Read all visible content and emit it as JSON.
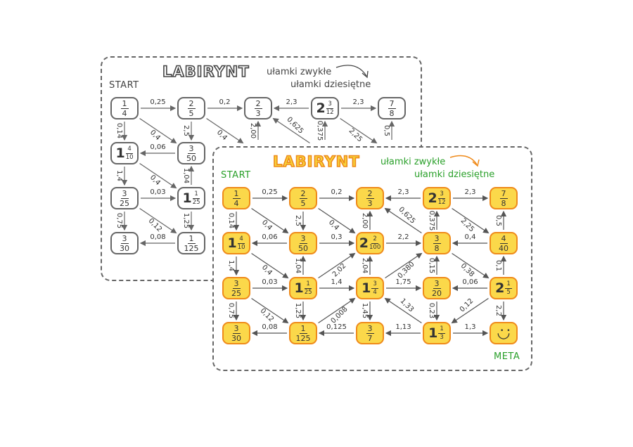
{
  "back": {
    "title": "LABIRYNT",
    "subtitle_line1": "ułamki zwykłe",
    "subtitle_line2": "ułamki dziesiętne",
    "start": "START",
    "boxes": [
      {
        "id": "b00",
        "row": 0,
        "col": 0,
        "num": "1",
        "den": "4"
      },
      {
        "id": "b01",
        "row": 0,
        "col": 1,
        "num": "2",
        "den": "5"
      },
      {
        "id": "b02",
        "row": 0,
        "col": 2,
        "num": "2",
        "den": "3"
      },
      {
        "id": "b03",
        "row": 0,
        "col": 3,
        "whole": "2",
        "num": "3",
        "den": "12"
      },
      {
        "id": "b04",
        "row": 0,
        "col": 4,
        "num": "7",
        "den": "8"
      },
      {
        "id": "b10",
        "row": 1,
        "col": 0,
        "whole": "1",
        "num": "4",
        "den": "10"
      },
      {
        "id": "b11",
        "row": 1,
        "col": 1,
        "num": "3",
        "den": "50"
      },
      {
        "id": "b20",
        "row": 2,
        "col": 0,
        "num": "3",
        "den": "25"
      },
      {
        "id": "b21",
        "row": 2,
        "col": 1,
        "whole": "1",
        "num": "1",
        "den": "25"
      },
      {
        "id": "b30",
        "row": 3,
        "col": 0,
        "num": "3",
        "den": "30"
      },
      {
        "id": "b31",
        "row": 3,
        "col": 1,
        "num": "1",
        "den": "125"
      }
    ],
    "arrows": [
      {
        "from": "b00",
        "to": "b01",
        "label": "0,25"
      },
      {
        "from": "b01",
        "to": "b02",
        "label": "0,2"
      },
      {
        "from": "b03",
        "to": "b02",
        "label": "2,3"
      },
      {
        "from": "b03",
        "to": "b04",
        "label": "2,3"
      },
      {
        "from": "b00",
        "to": "b10",
        "label": "0,14"
      },
      {
        "from": "b01",
        "to": "b11",
        "label": "2,5"
      },
      {
        "from": "b00",
        "to": "b11",
        "label": "0,4"
      },
      {
        "from": "b01",
        "to": "b12",
        "label": "0,4"
      },
      {
        "from": "b12",
        "to": "b02",
        "label": "2,00"
      },
      {
        "from": "b13",
        "to": "b02",
        "label": "0,625"
      },
      {
        "from": "b13",
        "to": "b03",
        "label": "0,375"
      },
      {
        "from": "b03",
        "to": "b14",
        "label": "2,25"
      },
      {
        "from": "b14",
        "to": "b04",
        "label": "0,5"
      },
      {
        "from": "b11",
        "to": "b10",
        "label": "0,06"
      },
      {
        "from": "b10",
        "to": "b20",
        "label": "1,4"
      },
      {
        "from": "b10",
        "to": "b21",
        "label": "0,4"
      },
      {
        "from": "b21",
        "to": "b11",
        "label": "1,04"
      },
      {
        "from": "b20",
        "to": "b21",
        "label": "0,03"
      },
      {
        "from": "b20",
        "to": "b30",
        "label": "0,75"
      },
      {
        "from": "b20",
        "to": "b31",
        "label": "0,12"
      },
      {
        "from": "b21",
        "to": "b31",
        "label": "1,25"
      },
      {
        "from": "b31",
        "to": "b30",
        "label": "0,08"
      }
    ]
  },
  "front": {
    "title": "LABIRYNT",
    "subtitle_line1": "ułamki zwykłe",
    "subtitle_line2": "ułamki dziesiętne",
    "start": "START",
    "meta": "META",
    "boxes": [
      {
        "id": "f00",
        "row": 0,
        "col": 0,
        "num": "1",
        "den": "4"
      },
      {
        "id": "f01",
        "row": 0,
        "col": 1,
        "num": "2",
        "den": "5"
      },
      {
        "id": "f02",
        "row": 0,
        "col": 2,
        "num": "2",
        "den": "3"
      },
      {
        "id": "f03",
        "row": 0,
        "col": 3,
        "whole": "2",
        "num": "3",
        "den": "12"
      },
      {
        "id": "f04",
        "row": 0,
        "col": 4,
        "num": "7",
        "den": "8"
      },
      {
        "id": "f10",
        "row": 1,
        "col": 0,
        "whole": "1",
        "num": "4",
        "den": "10"
      },
      {
        "id": "f11",
        "row": 1,
        "col": 1,
        "num": "3",
        "den": "50"
      },
      {
        "id": "f12",
        "row": 1,
        "col": 2,
        "whole": "2",
        "num": "2",
        "den": "100"
      },
      {
        "id": "f13",
        "row": 1,
        "col": 3,
        "num": "3",
        "den": "8"
      },
      {
        "id": "f14",
        "row": 1,
        "col": 4,
        "num": "4",
        "den": "40"
      },
      {
        "id": "f20",
        "row": 2,
        "col": 0,
        "num": "3",
        "den": "25"
      },
      {
        "id": "f21",
        "row": 2,
        "col": 1,
        "whole": "1",
        "num": "1",
        "den": "25"
      },
      {
        "id": "f22",
        "row": 2,
        "col": 2,
        "whole": "1",
        "num": "3",
        "den": "4"
      },
      {
        "id": "f23",
        "row": 2,
        "col": 3,
        "num": "3",
        "den": "20"
      },
      {
        "id": "f24",
        "row": 2,
        "col": 4,
        "whole": "2",
        "num": "1",
        "den": "5"
      },
      {
        "id": "f30",
        "row": 3,
        "col": 0,
        "num": "3",
        "den": "30"
      },
      {
        "id": "f31",
        "row": 3,
        "col": 1,
        "num": "1",
        "den": "125"
      },
      {
        "id": "f32",
        "row": 3,
        "col": 2,
        "num": "3",
        "den": "7"
      },
      {
        "id": "f33",
        "row": 3,
        "col": 3,
        "whole": "1",
        "num": "1",
        "den": "3"
      },
      {
        "id": "f34",
        "row": 3,
        "col": 4,
        "smile": "◡̈"
      }
    ],
    "arrows": [
      {
        "from": "f00",
        "to": "f01",
        "label": "0,25"
      },
      {
        "from": "f01",
        "to": "f02",
        "label": "0,2"
      },
      {
        "from": "f03",
        "to": "f02",
        "label": "2,3"
      },
      {
        "from": "f03",
        "to": "f04",
        "label": "2,3"
      },
      {
        "from": "f00",
        "to": "f10",
        "label": "0,14"
      },
      {
        "from": "f00",
        "to": "f11",
        "label": "0,4"
      },
      {
        "from": "f01",
        "to": "f11",
        "label": "2,5"
      },
      {
        "from": "f01",
        "to": "f12",
        "label": "0,4"
      },
      {
        "from": "f12",
        "to": "f02",
        "label": "2,00"
      },
      {
        "from": "f13",
        "to": "f02",
        "label": "0,625"
      },
      {
        "from": "f13",
        "to": "f03",
        "label": "0,375"
      },
      {
        "from": "f03",
        "to": "f14",
        "label": "2,25"
      },
      {
        "from": "f14",
        "to": "f04",
        "label": "0,5"
      },
      {
        "from": "f11",
        "to": "f10",
        "label": "0,06"
      },
      {
        "from": "f11",
        "to": "f12",
        "label": "0,3"
      },
      {
        "from": "f12",
        "to": "f13",
        "label": "2,2"
      },
      {
        "from": "f14",
        "to": "f13",
        "label": "0,4"
      },
      {
        "from": "f10",
        "to": "f20",
        "label": "1,4"
      },
      {
        "from": "f10",
        "to": "f21",
        "label": "0,4"
      },
      {
        "from": "f21",
        "to": "f11",
        "label": "1,04"
      },
      {
        "from": "f21",
        "to": "f12",
        "label": "2,02"
      },
      {
        "from": "f22",
        "to": "f12",
        "label": "2,04"
      },
      {
        "from": "f22",
        "to": "f13",
        "label": "0,380"
      },
      {
        "from": "f23",
        "to": "f13",
        "label": "0,15"
      },
      {
        "from": "f13",
        "to": "f24",
        "label": "0,38"
      },
      {
        "from": "f24",
        "to": "f14",
        "label": "0,1"
      },
      {
        "from": "f20",
        "to": "f21",
        "label": "0,03"
      },
      {
        "from": "f21",
        "to": "f22",
        "label": "1,4"
      },
      {
        "from": "f22",
        "to": "f23",
        "label": "1,75"
      },
      {
        "from": "f24",
        "to": "f23",
        "label": "0,06"
      },
      {
        "from": "f20",
        "to": "f30",
        "label": "0,75"
      },
      {
        "from": "f20",
        "to": "f31",
        "label": "0,12"
      },
      {
        "from": "f21",
        "to": "f31",
        "label": "1,25"
      },
      {
        "from": "f31",
        "to": "f22",
        "label": "0,008"
      },
      {
        "from": "f22",
        "to": "f32",
        "label": "1,45"
      },
      {
        "from": "f33",
        "to": "f22",
        "label": "1,33"
      },
      {
        "from": "f23",
        "to": "f33",
        "label": "0,23"
      },
      {
        "from": "f24",
        "to": "f33",
        "label": "0,12"
      },
      {
        "from": "f24",
        "to": "f34",
        "label": "2,2"
      },
      {
        "from": "f31",
        "to": "f30",
        "label": "0,08"
      },
      {
        "from": "f32",
        "to": "f31",
        "label": "0,125"
      },
      {
        "from": "f33",
        "to": "f32",
        "label": "1,13"
      },
      {
        "from": "f33",
        "to": "f34",
        "label": "1,3"
      }
    ]
  },
  "colors": {
    "front_fill": "#fbd84a",
    "front_border": "#ef8a1a",
    "green": "#2aa02a",
    "back_border": "#666666"
  }
}
